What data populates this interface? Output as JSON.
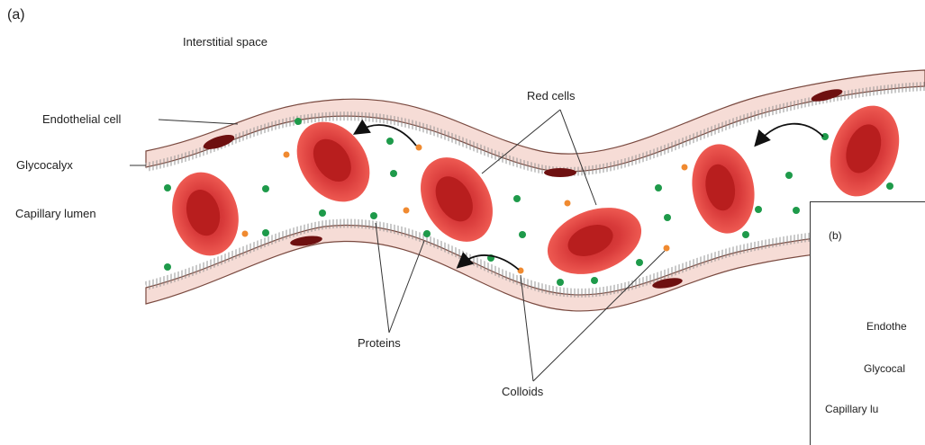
{
  "panel_a": {
    "letter": "(a)",
    "labels": {
      "interstitial_space": "Interstitial space",
      "endothelial_cell": "Endothelial cell",
      "glycocalyx": "Glycocalyx",
      "capillary_lumen": "Capillary lumen",
      "red_cells": "Red cells",
      "proteins": "Proteins",
      "colloids": "Colloids"
    }
  },
  "panel_b": {
    "letter": "(b)",
    "labels": {
      "endothelial_partial": "Endothe",
      "glycocalyx_partial": "Glycocal",
      "capillary_lumen_partial": "Capillary lu"
    }
  },
  "colors": {
    "wall_fill": "#f4d4cf",
    "wall_edge": "#7a4a40",
    "glycocalyx": "#8a8a8a",
    "red_cell": "#e84a4a",
    "red_cell_core": "#c62a2a",
    "nucleus": "#6e1010",
    "protein": "#1e9a4a",
    "colloid": "#f08a30",
    "arrow": "#111111"
  }
}
